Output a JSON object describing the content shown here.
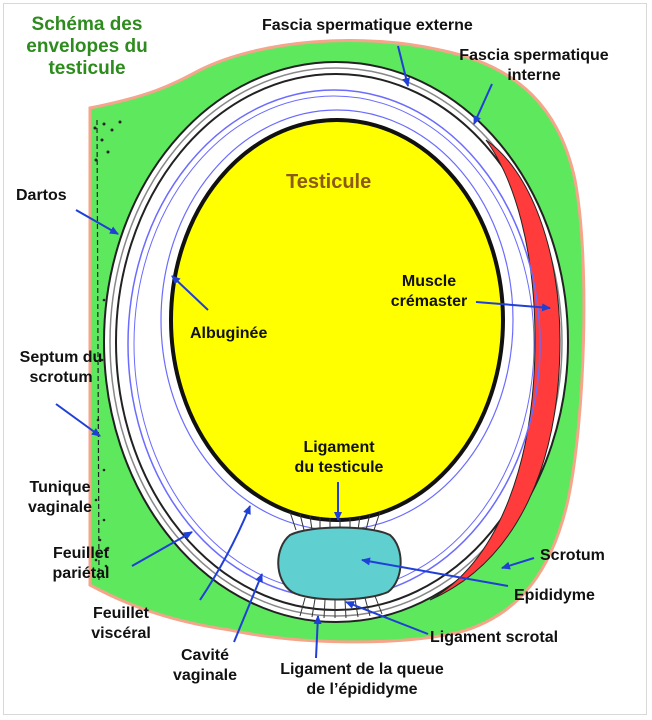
{
  "title": {
    "line1": "Schéma des",
    "line2": "envelopes du",
    "line3": "testicule"
  },
  "labels": {
    "fascia_externe": "Fascia spermatique externe",
    "fascia_interne_1": "Fascia spermatique",
    "fascia_interne_2": "interne",
    "dartos": "Dartos",
    "testicule": "Testicule",
    "muscle_1": "Muscle",
    "muscle_2": "crémaster",
    "albuginee": "Albuginée",
    "septum_1": "Septum du",
    "septum_2": "scrotum",
    "ligament_testicule_1": "Ligament",
    "ligament_testicule_2": "du testicule",
    "tunique_1": "Tunique",
    "tunique_2": "vaginale",
    "feuillet_parietal_1": "Feuillet",
    "feuillet_parietal_2": "pariétal",
    "scrotum": "Scrotum",
    "epididyme": "Epididyme",
    "feuillet_visceral_1": "Feuillet",
    "feuillet_visceral_2": "viscéral",
    "ligament_scrotal": "Ligament scrotal",
    "cavite_1": "Cavité",
    "cavite_2": "vaginale",
    "ligament_queue_1": "Ligament de la queue",
    "ligament_queue_2": "de l’épididyme"
  },
  "colors": {
    "title": "#2e8b1e",
    "dartos": "#5ee85e",
    "skin": "#f4a58a",
    "testicle": "#ffff00",
    "epididymis": "#5fcfcf",
    "cremaster": "#ff3b3b",
    "vaginal_line": "#6b6bff",
    "arrow": "#1f3fd6"
  }
}
